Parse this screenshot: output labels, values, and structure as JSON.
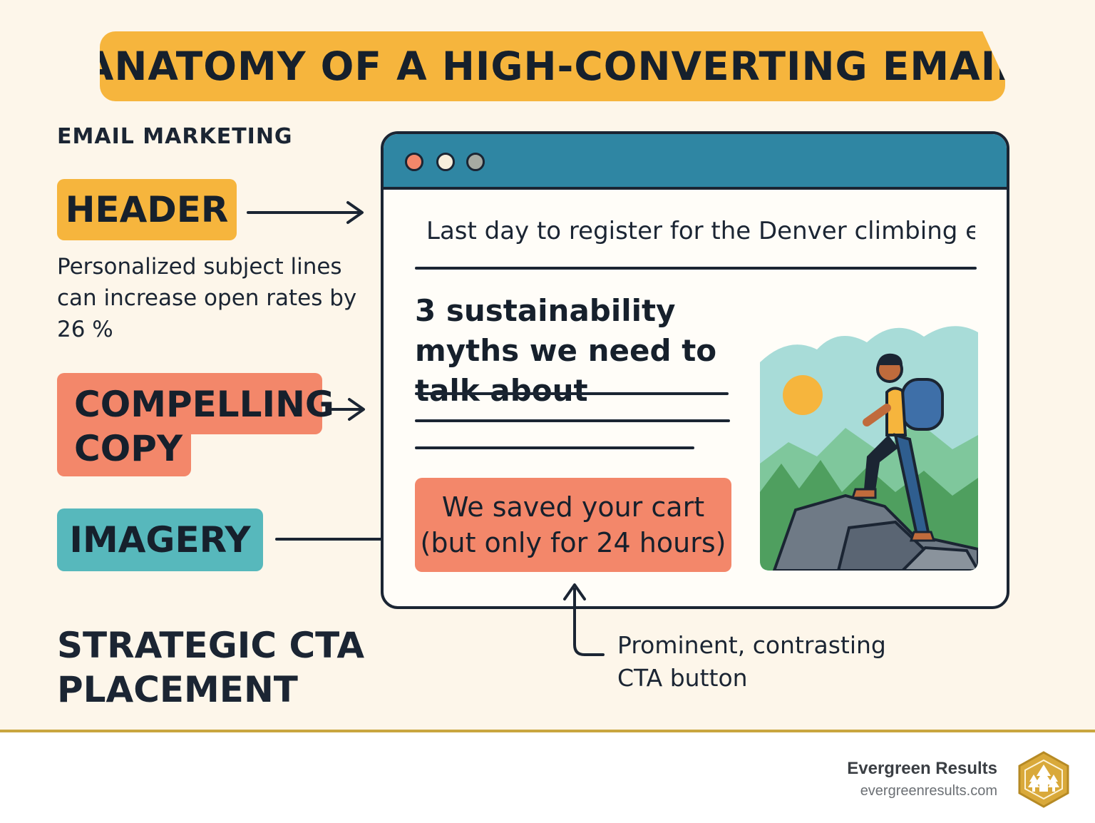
{
  "title": "ANATOMY OF A HIGH-CONVERTING EMAIL",
  "kicker": "EMAIL MARKETING",
  "labels": {
    "header": "HEADER",
    "header_note": "Personalized subject lines can increase open rates by 26 %",
    "copy": "COMPELLING COPY",
    "imagery": "IMAGERY",
    "cta": "STRATEGIC CTA PLACEMENT",
    "cta_note": "Prominent, contrasting CTA button"
  },
  "email": {
    "subject": "Last day to register for the Denver climbing event",
    "headline": "3 sustainability myths we need to talk about",
    "cta_line1": "We saved your cart",
    "cta_line2": "(but only for 24 hours)"
  },
  "icons": {
    "subject": "clock-icon",
    "logo": "pine-trees-hexagon-icon"
  },
  "footer": {
    "brand": "Evergreen Results",
    "url": "evergreenresults.com"
  },
  "colors": {
    "background": "#fdf6ea",
    "yellow": "#f6b53d",
    "coral": "#f3876a",
    "teal": "#57b8bc",
    "browser_bar": "#2f86a3",
    "ink": "#1b2533",
    "gold": "#c9a63f"
  }
}
